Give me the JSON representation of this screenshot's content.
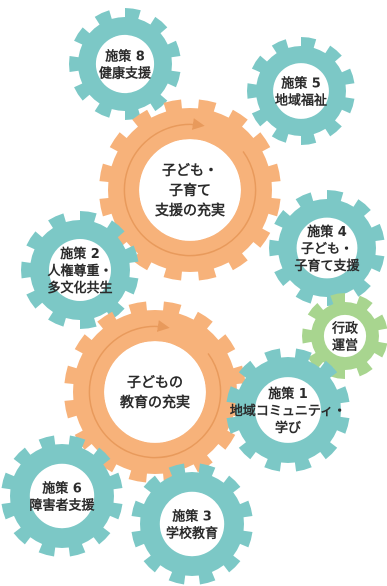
{
  "gears": [
    {
      "id": "gear-policy-8",
      "type": "teal",
      "lines": [
        "施策 8",
        "健康支援"
      ]
    },
    {
      "id": "gear-policy-5",
      "type": "teal",
      "lines": [
        "施策 5",
        "地域福祉"
      ]
    },
    {
      "id": "gear-center-child-support",
      "type": "orange",
      "lines": [
        "子ども・",
        "子育て",
        "支援の充実"
      ]
    },
    {
      "id": "gear-policy-4",
      "type": "teal",
      "lines": [
        "施策 4",
        "子ども・",
        "子育て支援"
      ]
    },
    {
      "id": "gear-policy-2",
      "type": "teal",
      "lines": [
        "施策 2",
        "人権尊重・",
        "多文化共生"
      ]
    },
    {
      "id": "gear-administration",
      "type": "green",
      "lines": [
        "行政",
        "運営"
      ]
    },
    {
      "id": "gear-center-child-education",
      "type": "orange",
      "lines": [
        "子どもの",
        "教育の充実"
      ]
    },
    {
      "id": "gear-policy-1",
      "type": "teal",
      "lines": [
        "施策 1",
        "地域コミュニティ・",
        "学び"
      ]
    },
    {
      "id": "gear-policy-6",
      "type": "teal",
      "lines": [
        "施策 6",
        "障害者支援"
      ]
    },
    {
      "id": "gear-policy-3",
      "type": "teal",
      "lines": [
        "施策 3",
        "学校教育"
      ]
    }
  ],
  "colors": {
    "teal": "#7cc8c6",
    "teal_inner": "#e8f6f6",
    "orange": "#f7b27a",
    "orange_inner": "#fde4cf",
    "green": "#a8d58f",
    "green_inner": "#e1f2d6",
    "text": "#2b2b2b"
  }
}
